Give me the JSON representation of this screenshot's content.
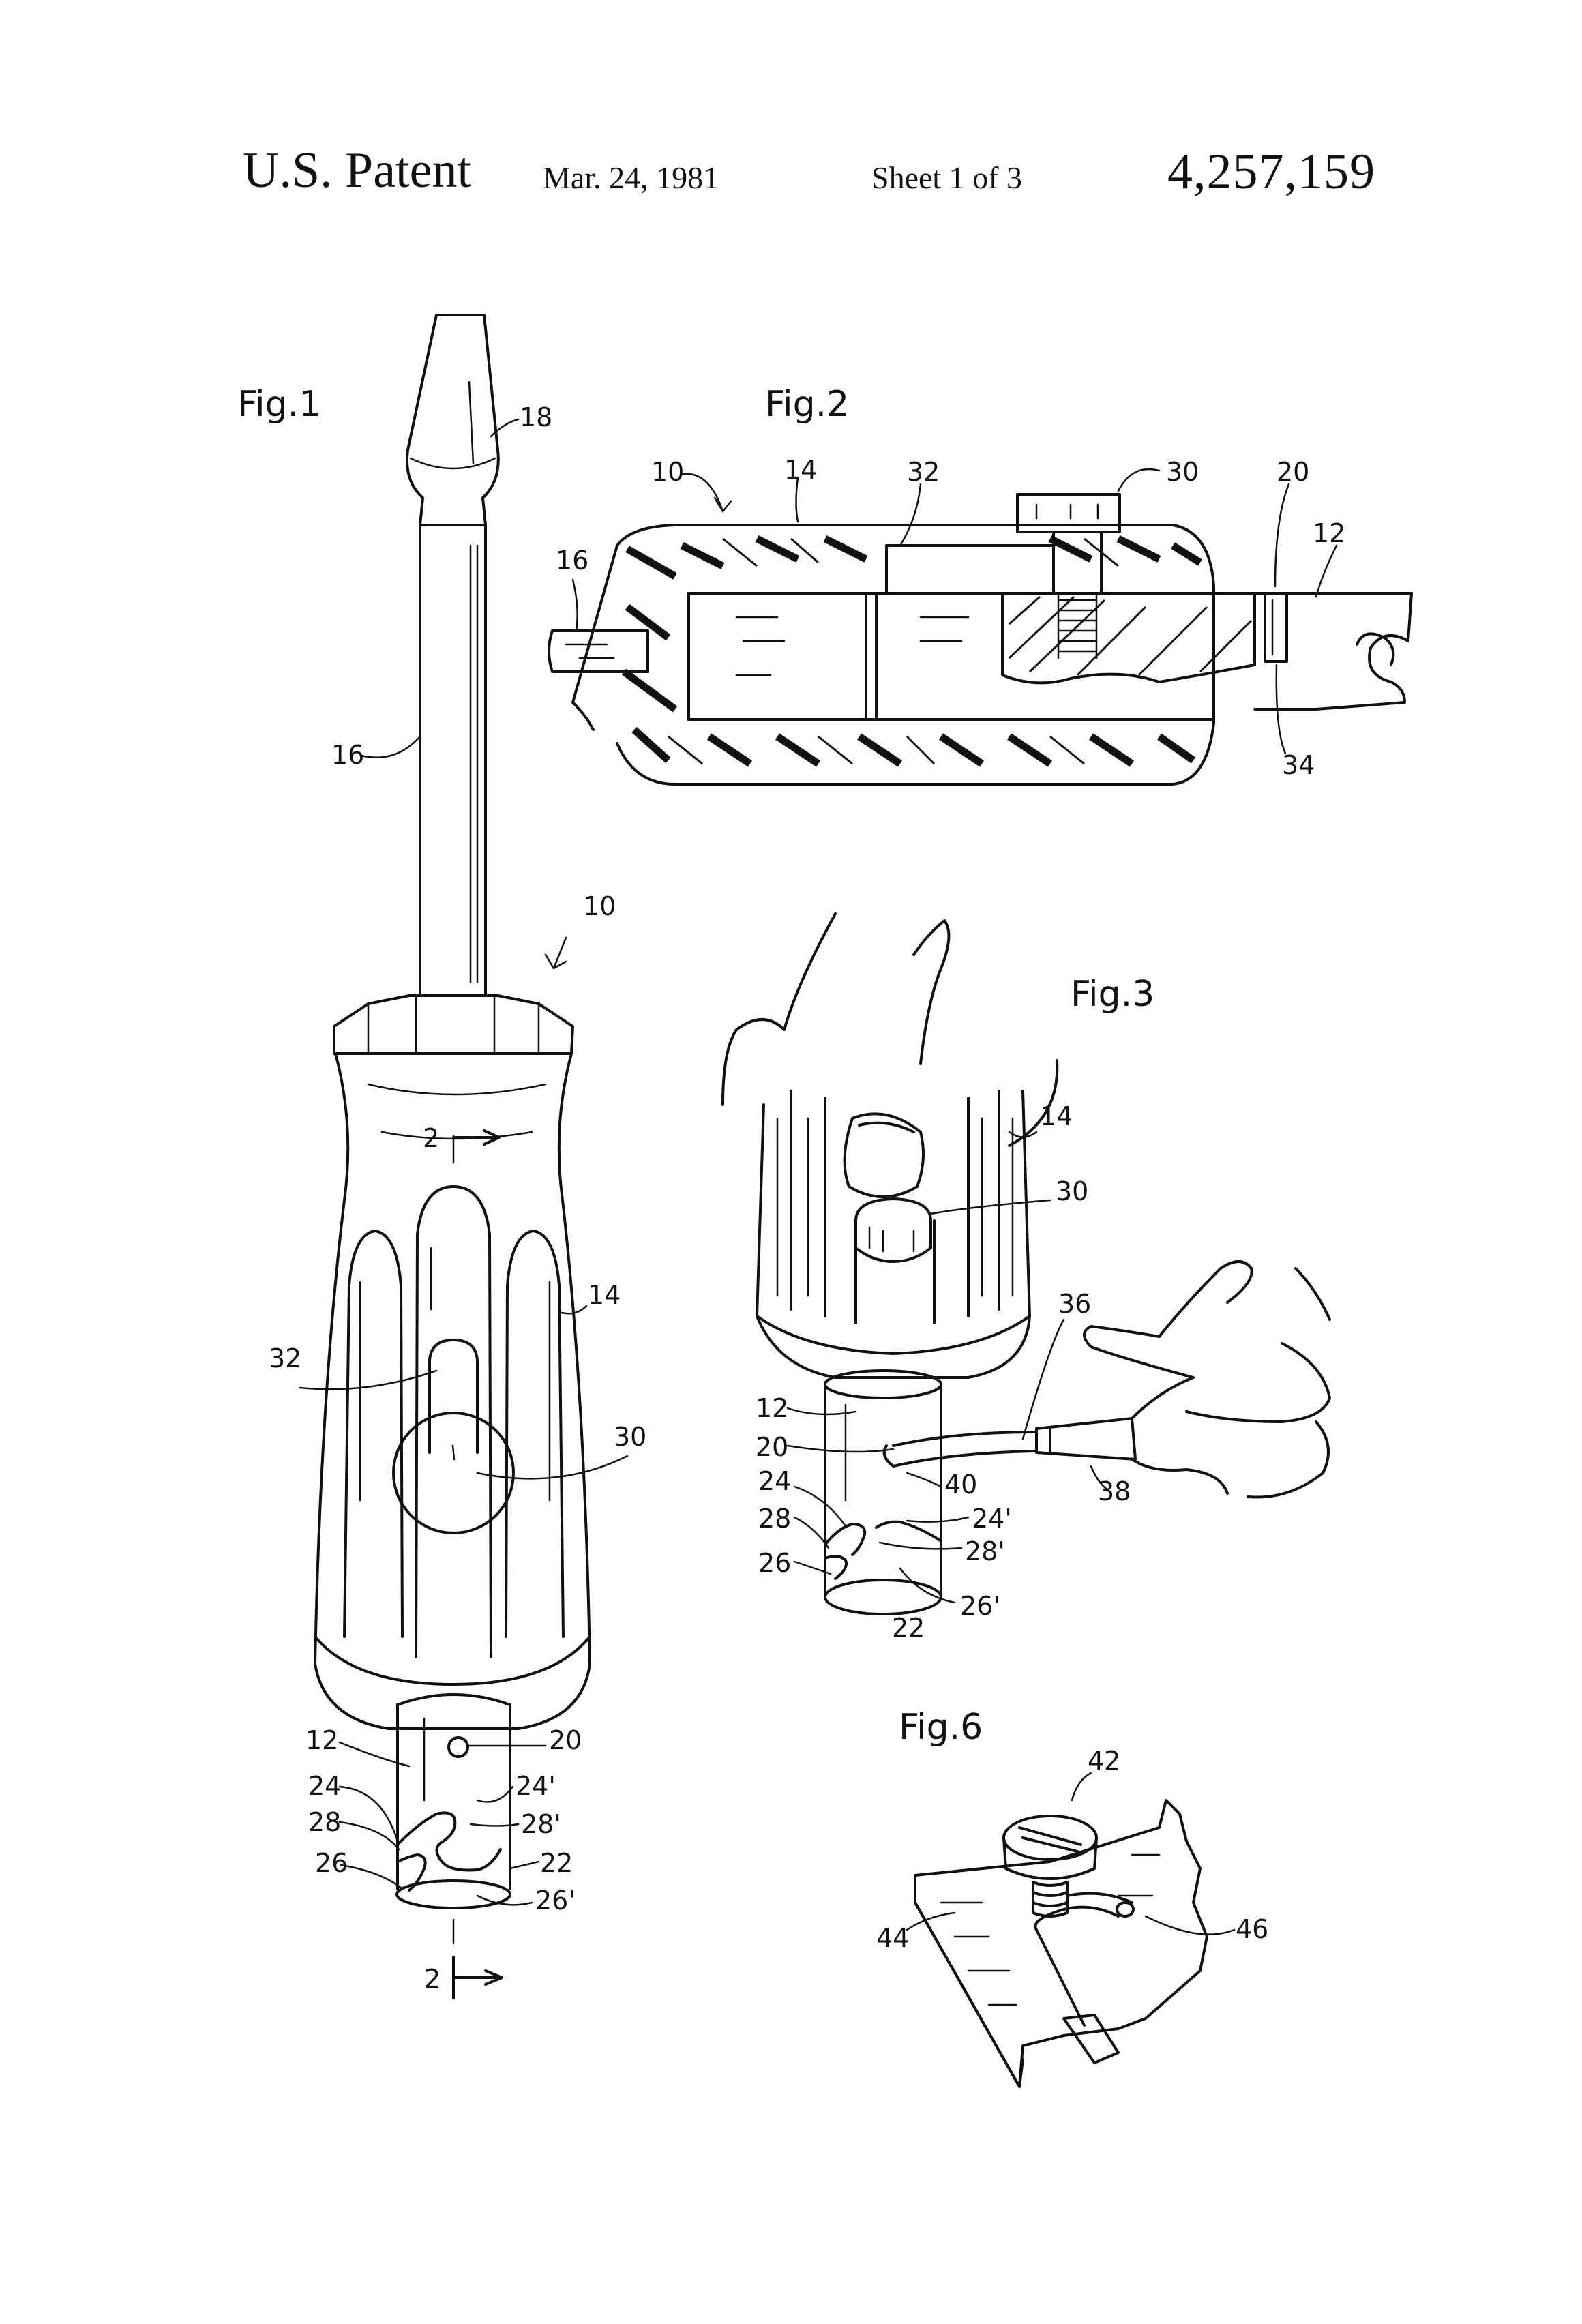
{
  "header": {
    "title": "U.S. Patent",
    "date": "Mar. 24, 1981",
    "sheet": "Sheet 1 of 3",
    "patent_number": "4,257,159"
  },
  "figures": {
    "fig1": {
      "title": "Fig.1",
      "labels": {
        "l18": "18",
        "l16": "16",
        "l10": "10",
        "l2a": "2",
        "l14": "14",
        "l32": "32",
        "l30": "30",
        "l12": "12",
        "l20": "20",
        "l24": "24",
        "l24p": "24'",
        "l28": "28",
        "l28p": "28'",
        "l26": "26",
        "l22": "22",
        "l26p": "26'",
        "l2b": "2"
      }
    },
    "fig2": {
      "title": "Fig.2",
      "labels": {
        "l10": "10",
        "l14": "14",
        "l32": "32",
        "l30": "30",
        "l20": "20",
        "l12": "12",
        "l16": "16",
        "l34": "34"
      }
    },
    "fig3": {
      "title": "Fig.3",
      "labels": {
        "l14": "14",
        "l30": "30",
        "l36": "36",
        "l12": "12",
        "l20": "20",
        "l38": "38",
        "l24": "24",
        "l40": "40",
        "l28": "28",
        "l24p": "24'",
        "l28p": "28'",
        "l26": "26",
        "l22": "22",
        "l26p": "26'"
      }
    },
    "fig6": {
      "title": "Fig.6",
      "labels": {
        "l42": "42",
        "l44": "44",
        "l46": "46"
      }
    }
  },
  "colors": {
    "ink": "#111111",
    "paper": "#ffffff"
  }
}
